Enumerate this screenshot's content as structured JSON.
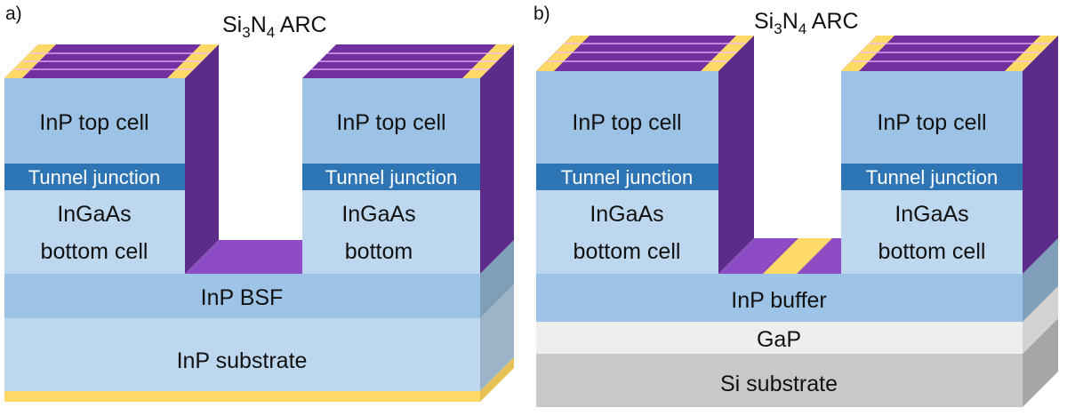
{
  "panel_a": {
    "tag": "a)",
    "arc_label": {
      "prefix": "Si",
      "sub1": "3",
      "mid": "N",
      "sub2": "4",
      "suffix": " ARC"
    },
    "left_cell": {
      "top": "InP top cell",
      "tunnel": "Tunnel junction",
      "bottom_line1": "InGaAs",
      "bottom_line2": "bottom cell"
    },
    "right_cell": {
      "top": "InP top cell",
      "tunnel": "Tunnel junction",
      "bottom_line1": "InGaAs",
      "bottom_line2": "bottom"
    },
    "bsf": "InP BSF",
    "substrate": "InP substrate"
  },
  "panel_b": {
    "tag": "b)",
    "arc_label": {
      "prefix": "Si",
      "sub1": "3",
      "mid": "N",
      "sub2": "4",
      "suffix": " ARC"
    },
    "left_cell": {
      "top": "InP top cell",
      "tunnel": "Tunnel junction",
      "bottom_line1": "InGaAs",
      "bottom_line2": "bottom cell"
    },
    "right_cell": {
      "top": "InP top cell",
      "tunnel": "Tunnel junction",
      "bottom_line1": "InGaAs",
      "bottom_line2": "bottom cell"
    },
    "buffer": "InP buffer",
    "gap_layer": "GaP",
    "substrate": "Si substrate"
  },
  "colors": {
    "top_cell": "#9cc3e6",
    "tunnel_junction": "#2e75b6",
    "bottom_cell": "#bdd7ee",
    "buffer": "#9dc3e6",
    "inp_substrate": "#bdd7ee",
    "gap": "#eeeeee",
    "si_substrate": "#c8c8c8",
    "arc_purple": "#7030a0",
    "sidewall_purple": "#5b2c8a",
    "contact_yellow": "#ffd966"
  }
}
